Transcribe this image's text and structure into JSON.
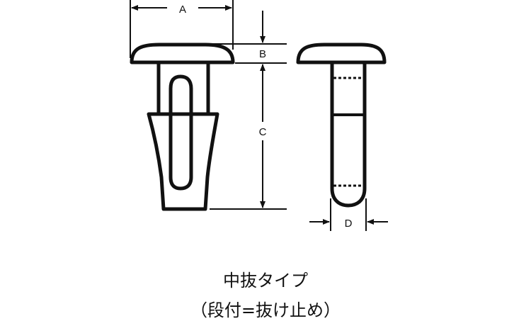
{
  "dimensions": {
    "a_label": "A",
    "b_label": "B",
    "c_label": "C",
    "d_label": "D"
  },
  "views": {
    "front": "front-view-clip",
    "side": "side-view-clip"
  },
  "captions": {
    "line1": "中抜タイプ",
    "line2": "（段付=抜け止め）"
  },
  "colors": {
    "stroke": "#111111",
    "background": "#ffffff"
  }
}
